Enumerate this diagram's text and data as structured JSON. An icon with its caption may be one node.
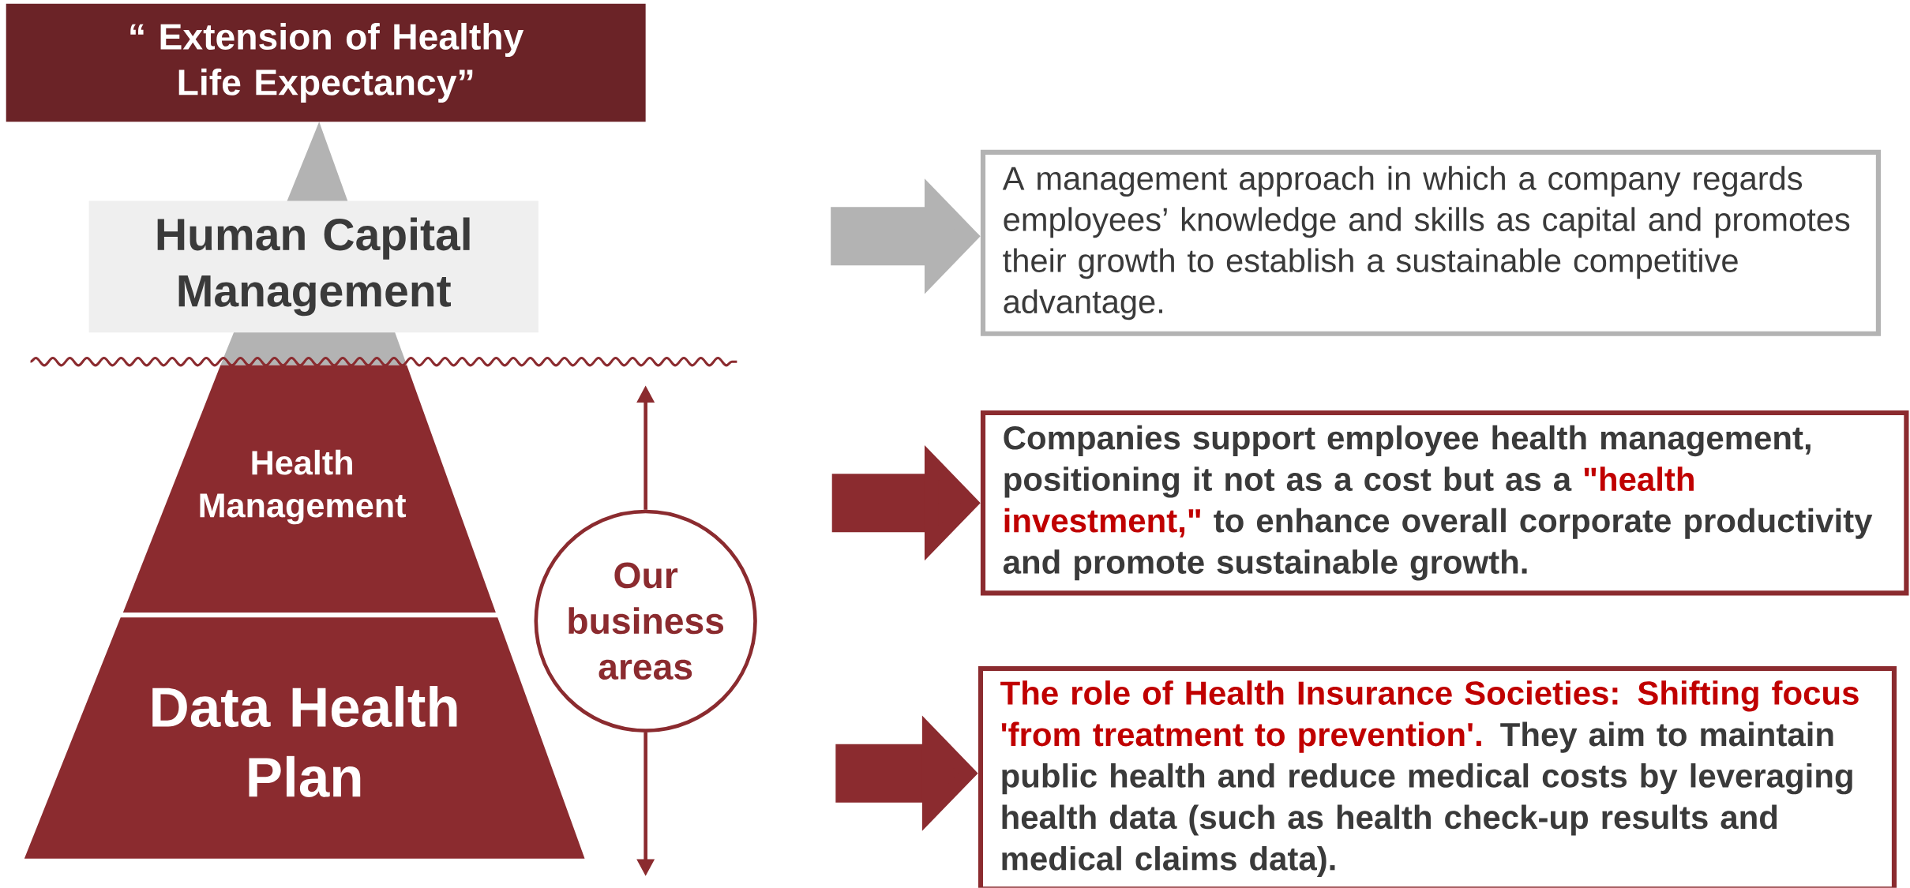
{
  "diagram": {
    "nodes": [
      {
        "text": [
          "“ Extension of Healthy Life Expectancy”"
        ]
      },
      {
        "text": [
          "Human Capital Management"
        ]
      },
      {
        "text": [
          "Health Management"
        ]
      },
      {
        "text": [
          "Data Health Plan"
        ]
      },
      {
        "text": [
          "Our business areas"
        ]
      },
      {
        "text": [
          "A management approach in which a company regards employees’ knowledge and skills as capital and promotes their growth to establish a sustainable competitive advantage."
        ]
      },
      {
        "text": [
          "Companies support employee health management, positioning it not as a cost but as a",
          "\"health investment,\"",
          "to enhance overall corporate productivity and promote sustainable growth."
        ]
      },
      {
        "text": [
          "The role of Health Insurance Societies: Shifting focus 'from treatment to prevention'.",
          "They aim to maintain public health and reduce medical costs by leveraging health data (such as health check-up results and medical claims data)."
        ]
      }
    ],
    "edges": [
      {
        "from": null,
        "to": 5,
        "arrow": "to",
        "color": "#b3b3b3"
      },
      {
        "from": null,
        "to": 6,
        "arrow": "to"
      },
      {
        "from": null,
        "to": 7,
        "arrow": "to"
      },
      {
        "from": 4,
        "to": null,
        "arrow": "to"
      },
      {
        "from": 4,
        "to": null,
        "arrow": "to"
      }
    ]
  }
}
